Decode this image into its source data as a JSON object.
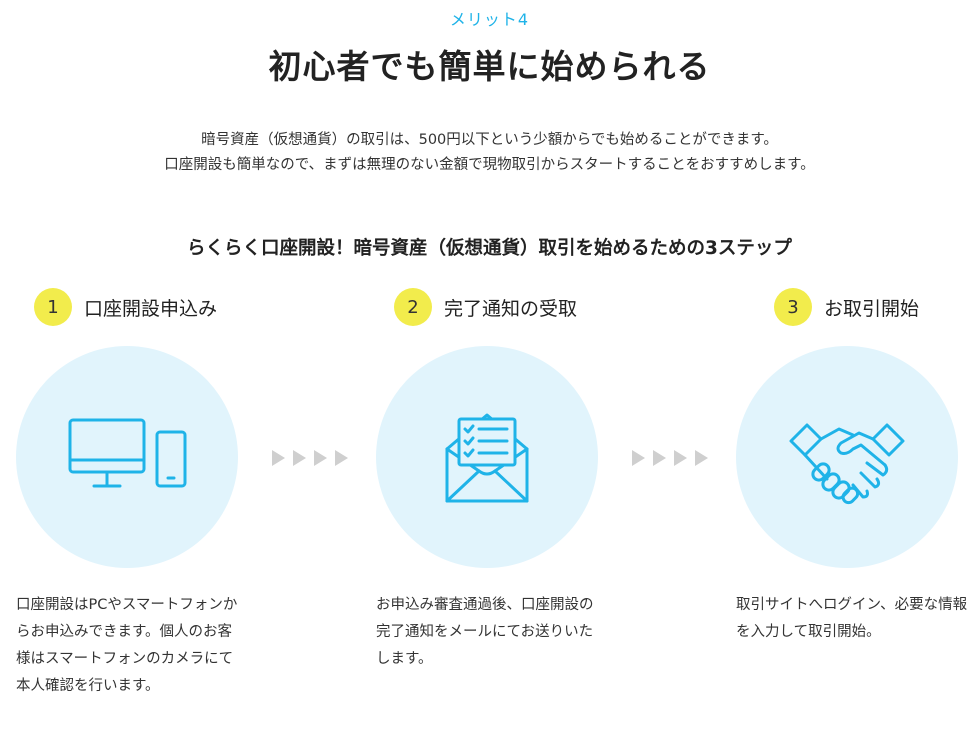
{
  "header": {
    "eyebrow": "メリット4",
    "title": "初心者でも簡単に始められる",
    "lead_line1": "暗号資産（仮想通貨）の取引は、500円以下という少額からでも始めることができます。",
    "lead_line2": "口座開設も簡単なので、まずは無理のない金額で現物取引からスタートすることをおすすめします。"
  },
  "steps_section": {
    "title": "らくらく口座開設！暗号資産（仮想通貨）取引を始めるための3ステップ",
    "steps": [
      {
        "number": "1",
        "title": "口座開設申込み",
        "icon": "devices-icon",
        "description": "口座開設はPCやスマートフォンからお申込みできます。個人のお客様はスマートフォンのカメラにて本人確認を行います。"
      },
      {
        "number": "2",
        "title": "完了通知の受取",
        "icon": "mail-checklist-icon",
        "description": "お申込み審査通過後、口座開設の完了通知をメールにてお送りいたします。"
      },
      {
        "number": "3",
        "title": "お取引開始",
        "icon": "handshake-icon",
        "description": "取引サイトへログイン、必要な情報を入力して取引開始。"
      }
    ]
  },
  "colors": {
    "accent": "#1fb3e8",
    "number_badge": "#f2ec4c",
    "circle_bg": "#e1f4fc",
    "arrow": "#cfcfcf"
  }
}
